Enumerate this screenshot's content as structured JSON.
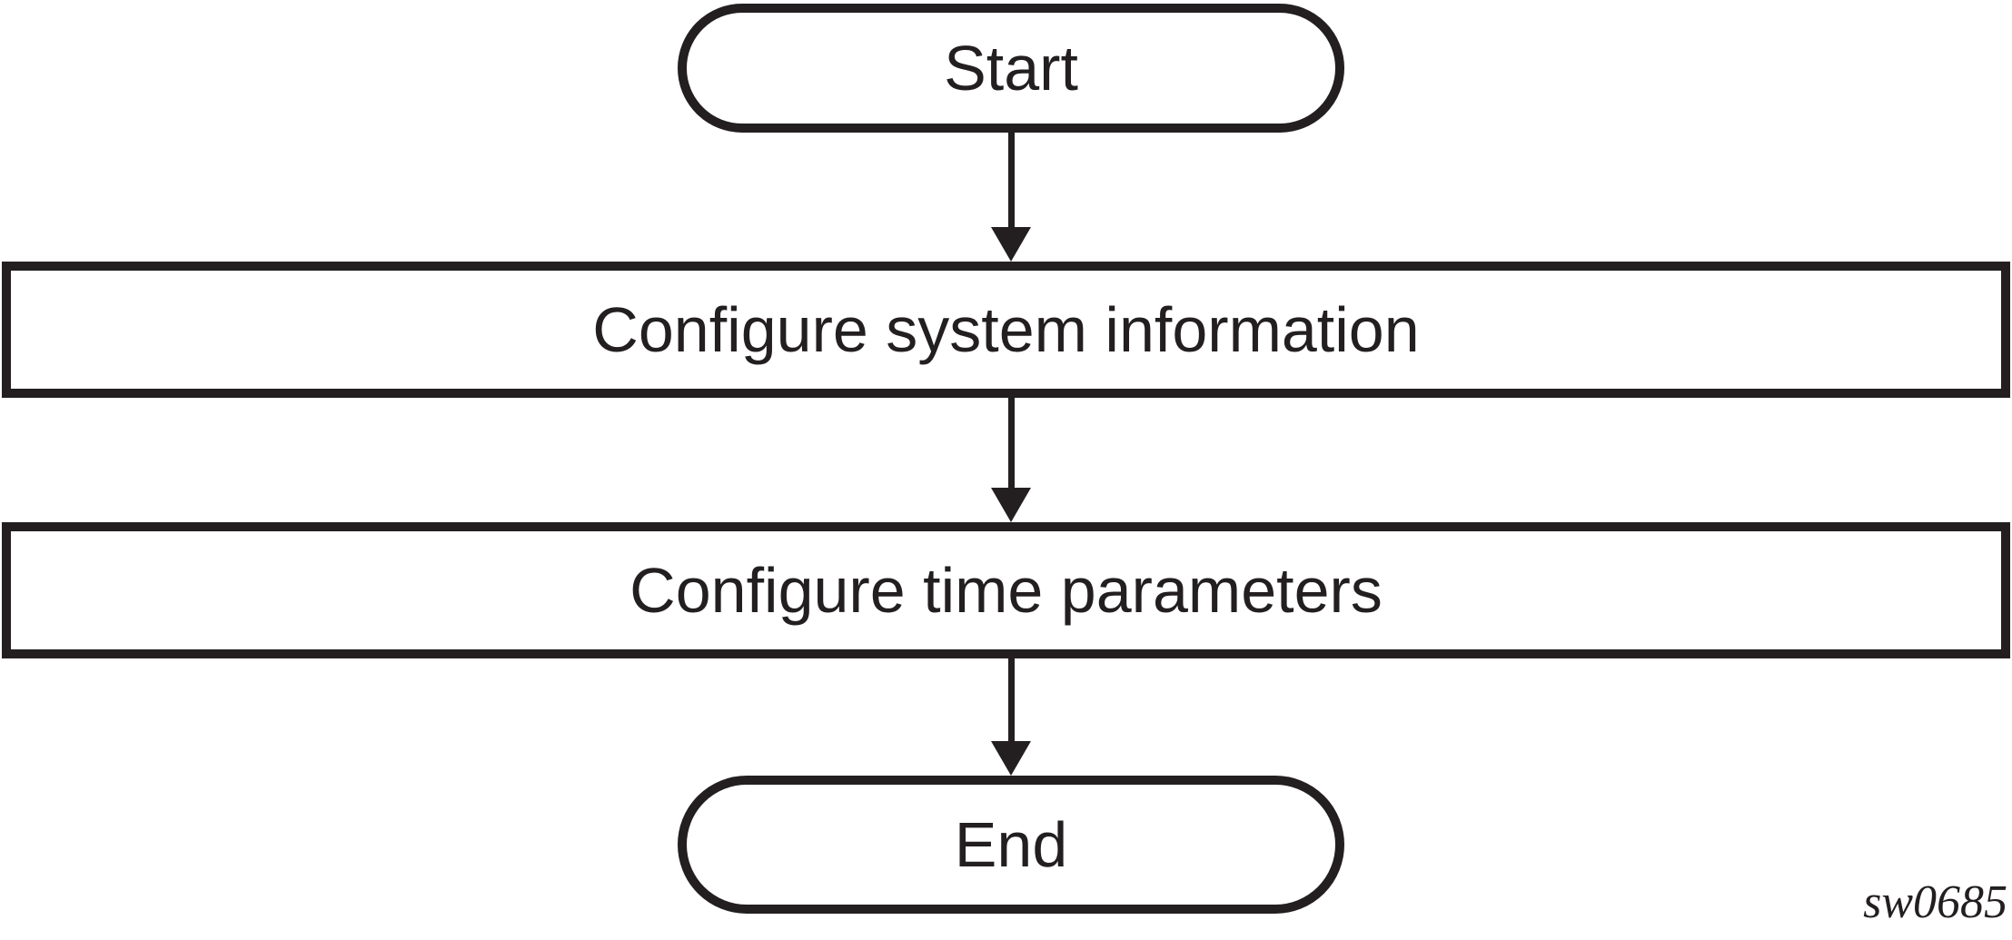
{
  "figure": {
    "id_label": "sw0685",
    "colors": {
      "stroke": "#231f20",
      "background": "#ffffff"
    },
    "nodes": [
      {
        "type": "terminator",
        "label": "Start"
      },
      {
        "type": "process",
        "label": "Configure system information"
      },
      {
        "type": "process",
        "label": "Configure time parameters"
      },
      {
        "type": "terminator",
        "label": "End"
      }
    ],
    "edges": [
      {
        "from": "Start",
        "to": "Configure system information"
      },
      {
        "from": "Configure system information",
        "to": "Configure time parameters"
      },
      {
        "from": "Configure time parameters",
        "to": "End"
      }
    ]
  }
}
